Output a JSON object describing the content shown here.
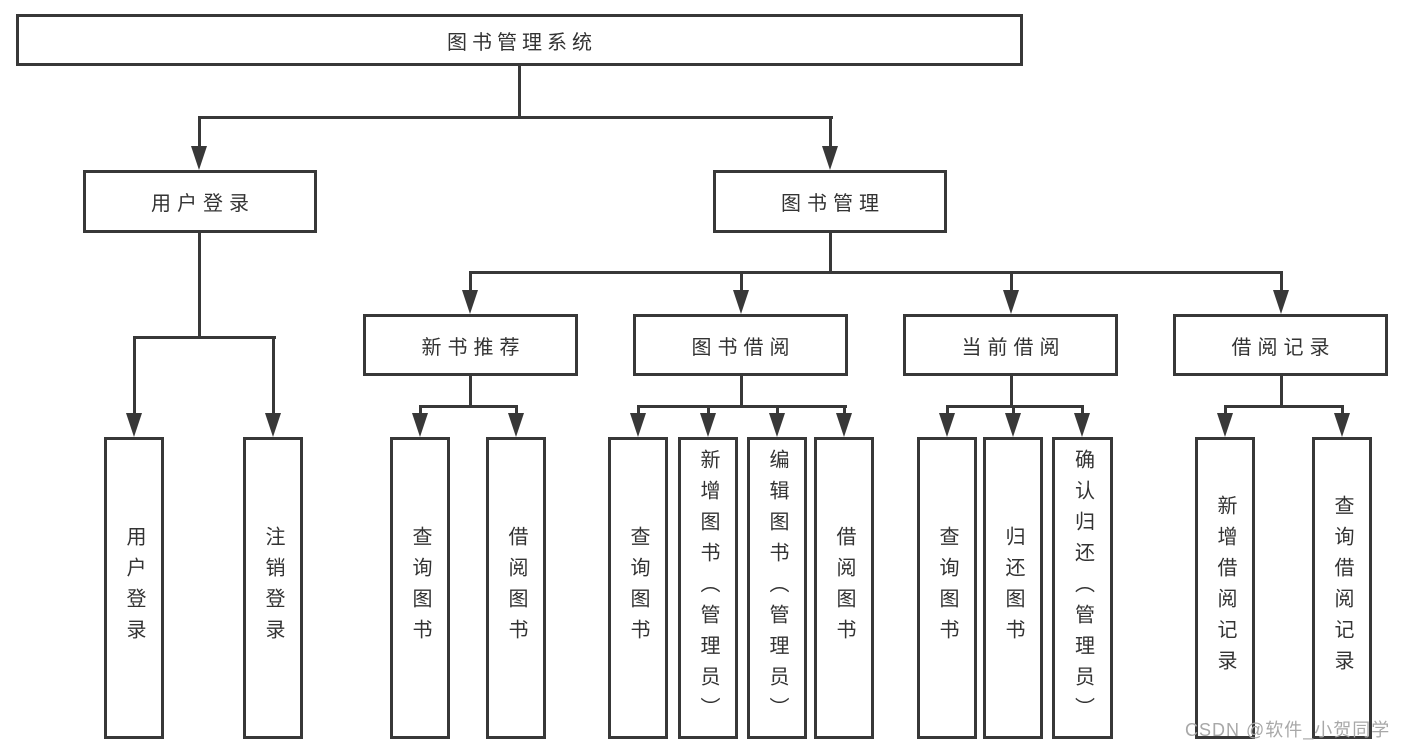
{
  "tree": {
    "root": {
      "label": "图书管理系统",
      "children": [
        {
          "label": "用户登录",
          "children": [
            {
              "label": "用户登录"
            },
            {
              "label": "注销登录"
            }
          ]
        },
        {
          "label": "图书管理",
          "children": [
            {
              "label": "新书推荐",
              "children": [
                {
                  "label": "查询图书"
                },
                {
                  "label": "借阅图书"
                }
              ]
            },
            {
              "label": "图书借阅",
              "children": [
                {
                  "label": "查询图书"
                },
                {
                  "label": "新增图书（管理员）"
                },
                {
                  "label": "编辑图书（管理员）"
                },
                {
                  "label": "借阅图书"
                }
              ]
            },
            {
              "label": "当前借阅",
              "children": [
                {
                  "label": "查询图书"
                },
                {
                  "label": "归还图书"
                },
                {
                  "label": "确认归还（管理员）"
                }
              ]
            },
            {
              "label": "借阅记录",
              "children": [
                {
                  "label": "新增借阅记录"
                },
                {
                  "label": "查询借阅记录"
                }
              ]
            }
          ]
        }
      ]
    }
  },
  "watermark": "CSDN @软件_小贺同学",
  "colors": {
    "line": "#383838",
    "text": "#333333",
    "background": "#ffffff",
    "watermark": "#a8a8a8"
  }
}
